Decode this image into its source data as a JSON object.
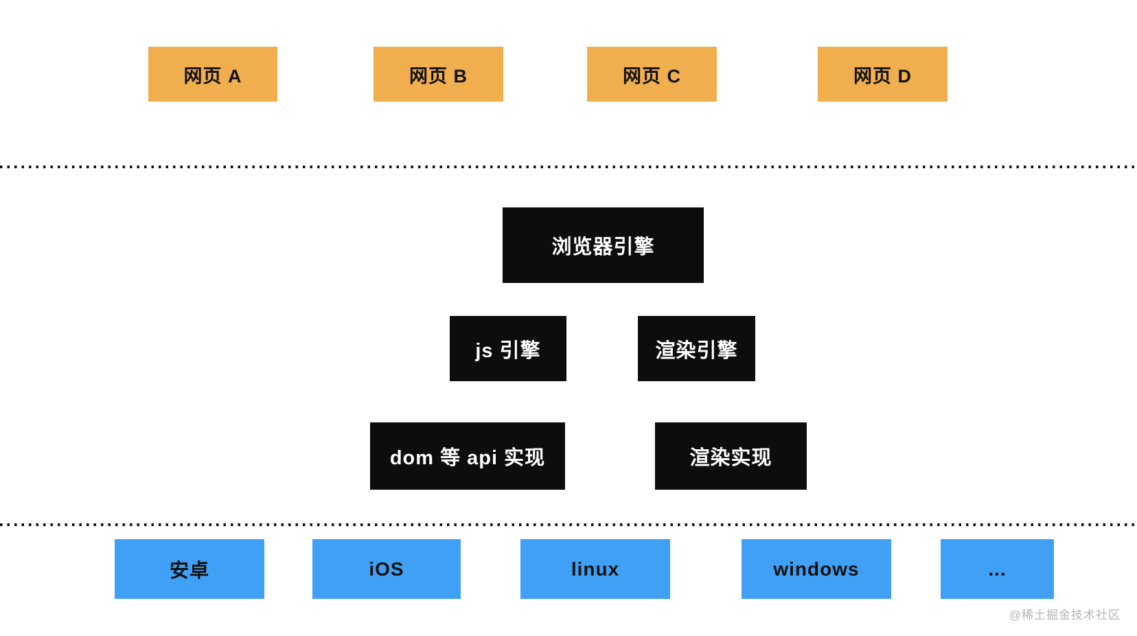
{
  "diagram": {
    "web_page_layer": {
      "pages": [
        "网页 A",
        "网页 B",
        "网页 C",
        "网页 D"
      ]
    },
    "engine_layer": {
      "browser_engine": "浏览器引擎",
      "js_engine": "js 引擎",
      "render_engine": "渲染引擎",
      "dom_api_impl": "dom 等 api 实现",
      "render_impl": "渲染实现"
    },
    "platform_layer": {
      "platforms": [
        "安卓",
        "iOS",
        "linux",
        "windows",
        "..."
      ]
    },
    "colors": {
      "webpage_fill": "#f0ae4e",
      "engine_fill": "#0d0d0d",
      "engine_text": "#ffffff",
      "platform_fill": "#3fa0f6",
      "divider_dots": "#111111",
      "watermark_text": "#b5b5b5"
    }
  },
  "watermark": "@稀土掘金技术社区"
}
